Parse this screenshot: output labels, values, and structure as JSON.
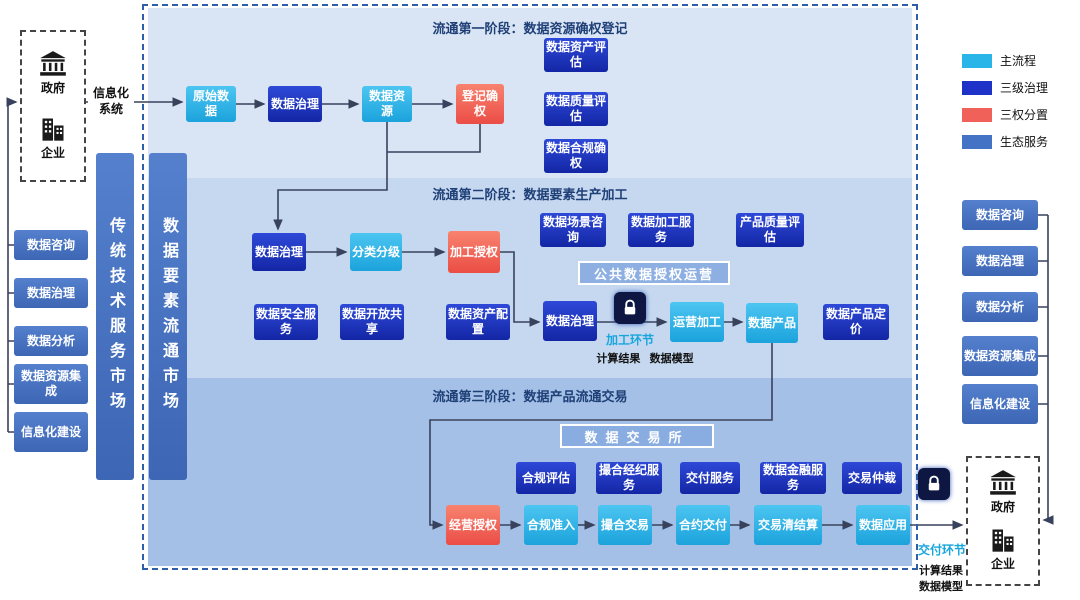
{
  "left_panel": {
    "top_io": {
      "government": "政府",
      "enterprise": "企业",
      "system_label": "信息化系统"
    },
    "services": [
      "数据咨询",
      "数据治理",
      "数据分析",
      "数据资源集成",
      "信息化建设"
    ],
    "market_bar_traditional": "传统技术服务市场",
    "market_bar_data": "数据要素流通市场"
  },
  "legend": {
    "items": [
      {
        "label": "主流程",
        "color": "#29b5e8"
      },
      {
        "label": "三级治理",
        "color": "#1e32c8"
      },
      {
        "label": "三权分置",
        "color": "#f0615a"
      },
      {
        "label": "生态服务",
        "color": "#4472c4"
      }
    ]
  },
  "right_panel": {
    "services": [
      "数据咨询",
      "数据治理",
      "数据分析",
      "数据资源集成",
      "信息化建设"
    ],
    "bottom_io": {
      "government": "政府",
      "enterprise": "企业"
    }
  },
  "phase1": {
    "title": "流通第一阶段：数据资源确权登记",
    "flow": [
      "原始数据",
      "数据治理",
      "数据资源",
      "登记确权"
    ],
    "side_services": [
      "数据资产评估",
      "数据质量评估",
      "数据合规确权"
    ]
  },
  "phase2": {
    "title": "流通第二阶段：数据要素生产加工",
    "flow_top": [
      "数据治理",
      "分类分级",
      "加工授权"
    ],
    "governance_services": [
      "数据场景咨询",
      "数据加工服务",
      "产品质量评估"
    ],
    "banner": "公共数据授权运营",
    "eco_services": [
      "数据安全服务",
      "数据开放共享",
      "数据资产配置"
    ],
    "flow_bottom": [
      "数据治理",
      "运营加工",
      "数据产品"
    ],
    "pricing_service": "数据产品定价",
    "link_label": "加工环节",
    "result_label": "计算结果   数据模型"
  },
  "phase3": {
    "title": "流通第三阶段：数据产品流通交易",
    "banner": "数据交易所",
    "services": [
      "合规评估",
      "撮合经纪服务",
      "交付服务",
      "数据金融服务",
      "交易仲裁"
    ],
    "flow": [
      "经营授权",
      "合规准入",
      "撮合交易",
      "合约交付",
      "交易清结算",
      "数据应用"
    ],
    "link_label": "交付环节",
    "result_label": "计算结果\n数据模型"
  }
}
